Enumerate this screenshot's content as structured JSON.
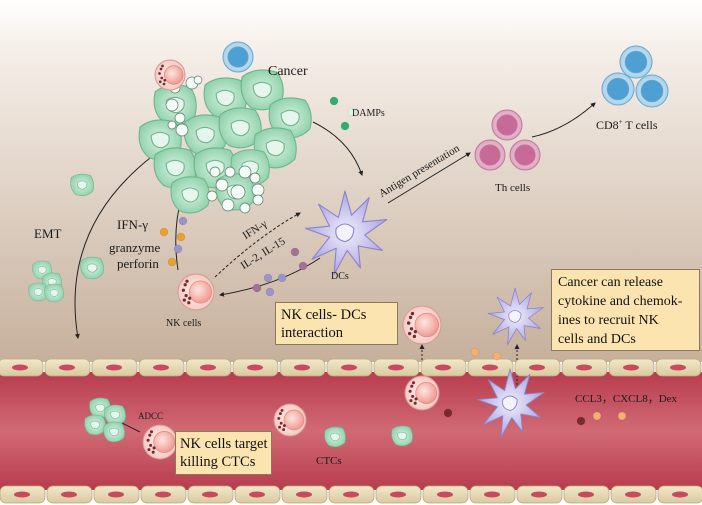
{
  "labels": {
    "cancer": "Cancer",
    "damps": "DAMPs",
    "antigen_presentation": "Antigen presentation",
    "th_cells": "Th cells",
    "cd8_t_cells_main": "CD8",
    "cd8_sup": "+",
    "cd8_t_cells_suffix": " T cells",
    "emt": "EMT",
    "ifn_gamma_left": "IFN-γ",
    "granzyme": "granzyme",
    "perforin": "perforin",
    "ifn_gamma_dc": "IFN-γ",
    "il2_il15": "IL-2, IL-15",
    "dcs": "DCs",
    "nk_cells": "NK cells",
    "adcc": "ADCC",
    "ctcs": "CTCs",
    "chemokines": "CCL3，CXCL8，Dex"
  },
  "boxes": {
    "nk_dc_interaction": [
      "NK cells- DCs",
      "interaction"
    ],
    "cancer_release": [
      "Cancer can release",
      "cytokine and chemok-",
      "ines to recruit NK",
      "cells and DCs"
    ],
    "nk_target": [
      "NK cells target",
      "killing CTCs"
    ]
  },
  "colors": {
    "tissue_top": "#ffffff",
    "tissue_bottom": "#c9b4a0",
    "vessel": "#c8505e",
    "endothelium": "#e8dcb4",
    "endo_nucleus": "#c84a5e",
    "cancer_cell": "#9fd8b8",
    "dc_cell": "#a9a3e0",
    "th_cell": "#d98ab0",
    "cd8_cell": "#5aaedc",
    "nk_cell": "#f3b0a8",
    "box_fill": "#fbe4b0"
  }
}
